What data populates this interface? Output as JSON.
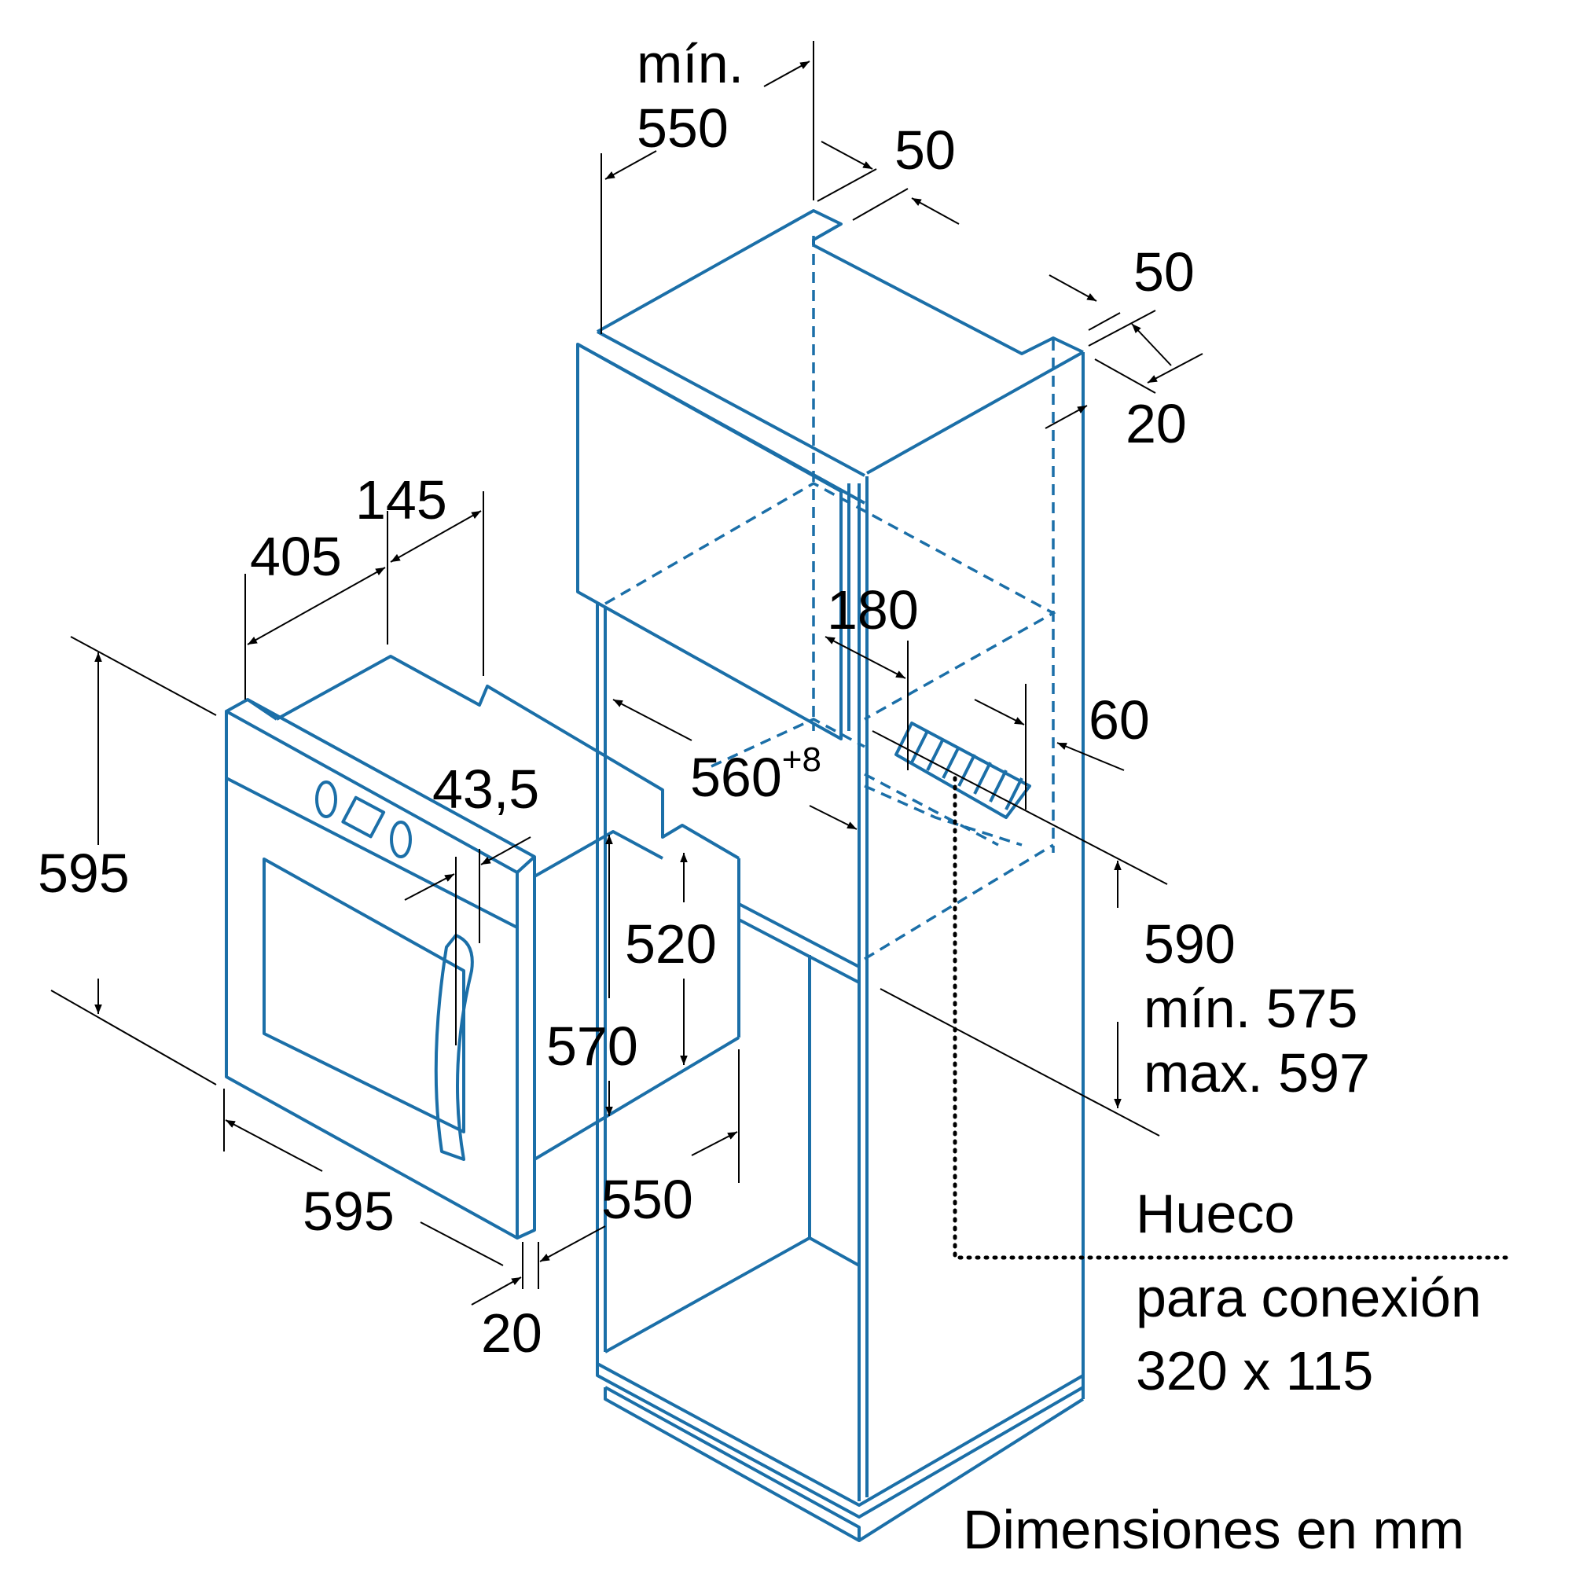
{
  "colors": {
    "outline": "#1b6fa8",
    "dimension": "#000000",
    "background": "#ffffff"
  },
  "oven": {
    "width": "595",
    "height": "595",
    "depth_body": "405",
    "depth_top": "145",
    "front_depth_label": "43,5",
    "side_height_inner": "520",
    "side_height_outer": "570",
    "body_depth": "550",
    "front_thickness": "20"
  },
  "cabinet": {
    "min_depth_line1": "mín.",
    "min_depth_line2": "550",
    "vent_gap_top": "50",
    "vent_gap_back": "50",
    "back_offset": "20",
    "niche_depth": "180",
    "niche_width_main": "560",
    "niche_width_tol": "+8",
    "shelf_offset": "60",
    "niche_height_nominal": "590",
    "niche_height_min": "mín. 575",
    "niche_height_max": "max. 597"
  },
  "note": {
    "line1": "Hueco",
    "line2": "para conexión",
    "line3": "320 x 115"
  },
  "footer": {
    "units": "Dimensiones en mm"
  }
}
